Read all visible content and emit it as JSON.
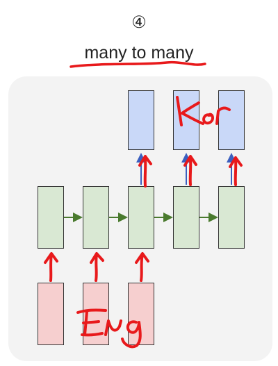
{
  "header": {
    "number": "④",
    "title": "many to many"
  },
  "annotations": {
    "output_note": "kor",
    "input_note": "Eng"
  },
  "diagram": {
    "input_count": 3,
    "hidden_count": 5,
    "output_count": 3
  },
  "colors": {
    "output_fill": "#c9d8f8",
    "hidden_fill": "#d9e8d3",
    "input_fill": "#f6cfcf",
    "recurrent_arrow": "#4a7a2e",
    "output_arrow": "#3b5fbf",
    "handwriting": "#e8191b",
    "panel": "#f3f3f3"
  }
}
